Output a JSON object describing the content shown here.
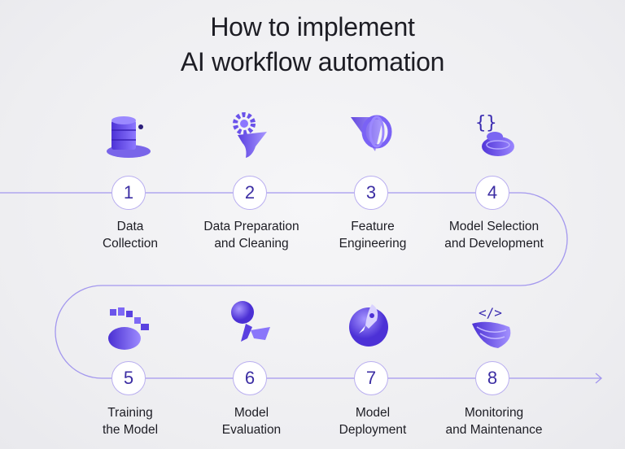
{
  "title_line1": "How to implement",
  "title_line2": "AI workflow automation",
  "colors": {
    "accent": "#6b4ef0",
    "accent_dark": "#3c2ea3",
    "line": "#9f92ec",
    "text": "#1d1d24"
  },
  "steps": [
    {
      "number": "1",
      "line1": "Data",
      "line2": "Collection",
      "icon": "database-icon"
    },
    {
      "number": "2",
      "line1": "Data Preparation",
      "line2": "and Cleaning",
      "icon": "gear-funnel-icon"
    },
    {
      "number": "3",
      "line1": "Feature",
      "line2": "Engineering",
      "icon": "shape-rings-icon"
    },
    {
      "number": "4",
      "line1": "Model Selection",
      "line2": "and Development",
      "icon": "code-braces-icon"
    },
    {
      "number": "5",
      "line1": "Training",
      "line2": "the Model",
      "icon": "training-blocks-icon"
    },
    {
      "number": "6",
      "line1": "Model",
      "line2": "Evaluation",
      "icon": "magnifier-icon"
    },
    {
      "number": "7",
      "line1": "Model",
      "line2": "Deployment",
      "icon": "rocket-icon"
    },
    {
      "number": "8",
      "line1": "Monitoring",
      "line2": "and Maintenance",
      "icon": "code-tag-icon"
    }
  ]
}
